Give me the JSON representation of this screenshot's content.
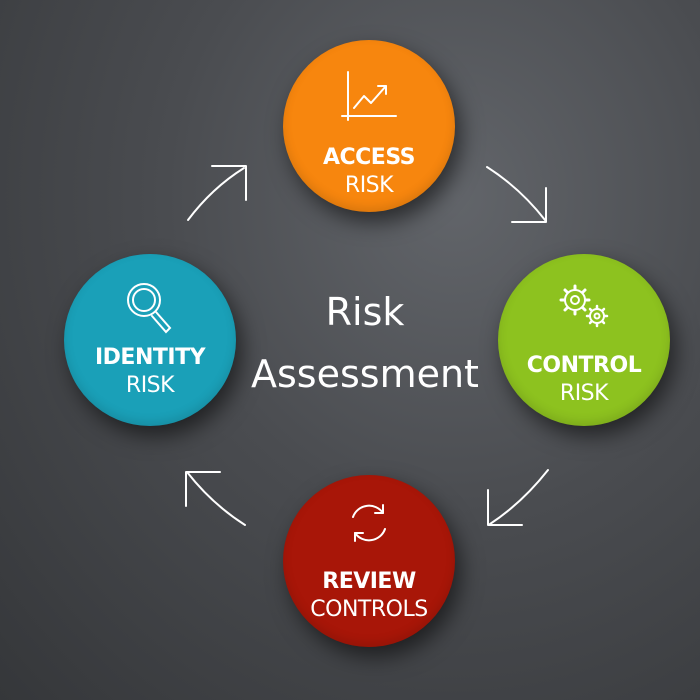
{
  "center": {
    "line1": "Risk",
    "line2": "Assessment"
  },
  "nodes": {
    "access": {
      "title": "ACCESS",
      "subtitle": "RISK",
      "color": "#f7860e",
      "icon": "line-chart-icon"
    },
    "control": {
      "title": "CONTROL",
      "subtitle": "RISK",
      "color": "#8dc21f",
      "icon": "gears-icon"
    },
    "review": {
      "title": "REVIEW",
      "subtitle": "CONTROLS",
      "color": "#a81608",
      "icon": "refresh-icon"
    },
    "identity": {
      "title": "IDENTITY",
      "subtitle": "RISK",
      "color": "#1aa0b8",
      "icon": "magnifier-icon"
    }
  },
  "arrows": {
    "color": "#ffffff",
    "direction": "clockwise"
  }
}
